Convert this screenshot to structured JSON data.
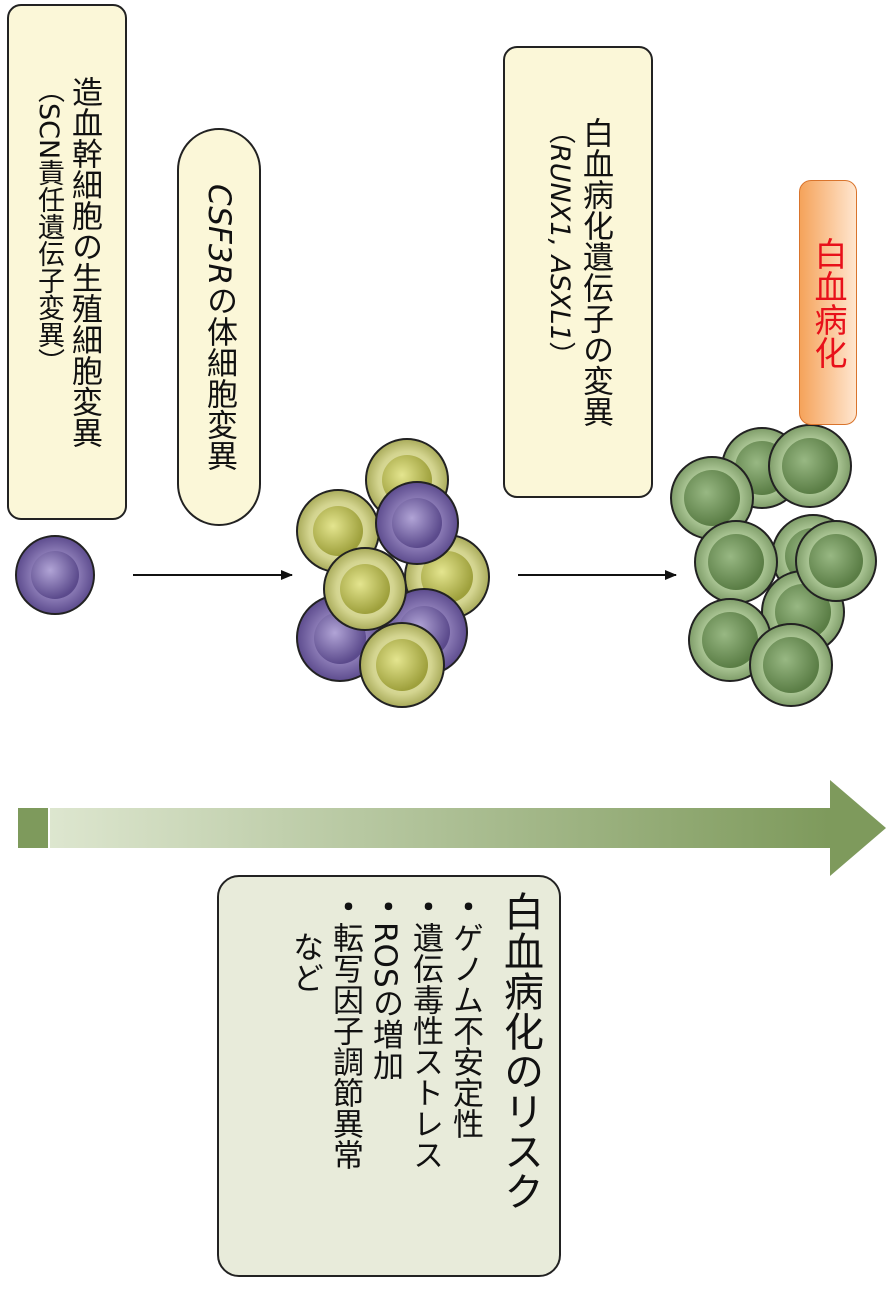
{
  "stage1": {
    "title": "造血幹細胞の生殖細胞変異",
    "subtitle_open": "（",
    "subtitle": "SCN責任遺伝子変異",
    "subtitle_close": "）"
  },
  "stage2": {
    "gene": "CSF3R",
    "text": "の体細胞変異"
  },
  "stage3": {
    "title": "白血病化遺伝子の変異",
    "genes_open": "（",
    "genes": "RUNX1, ASXL1",
    "genes_close": "）"
  },
  "outcome": {
    "label": "白血病化"
  },
  "risk": {
    "title": "白血病化のリスク",
    "bullet": "・",
    "items": [
      "ゲノム不安定性",
      "遺伝毒性ストレス",
      "ROSの増加",
      "転写因子調節異常"
    ],
    "etc": "など"
  },
  "colors": {
    "purple_cell": "#7b6aa6",
    "yellow_cell": "#c9ca7e",
    "green_cell": "#89a872",
    "arrow_dark": "#7e9a5c",
    "arrow_light": "#dce6cf",
    "leukemia_text": "#e8101a",
    "note_fill": "#fbf7d8",
    "risk_fill": "#e8ebda"
  }
}
